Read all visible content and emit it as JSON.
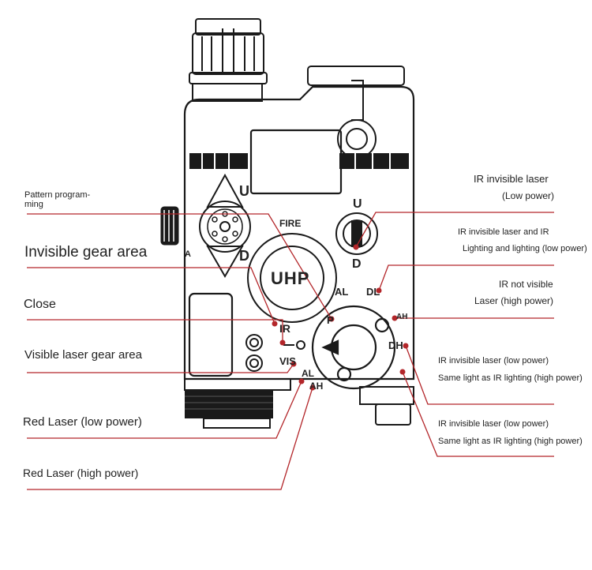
{
  "device": {
    "fire": "FIRE",
    "up_left": "U",
    "down_left": "D",
    "up_right": "U",
    "down_right": "D",
    "uhp": "UHP",
    "al_top": "AL",
    "dl": "DL",
    "ir": "IR",
    "vis": "VIS",
    "p": "P",
    "ah": "AH",
    "dh": "DH",
    "al_bottom": "AL",
    "ah_bottom": "AH",
    "side_a": "A"
  },
  "callouts_left": {
    "pattern_programming_1": "Pattern program-",
    "pattern_programming_2": "ming",
    "invisible_gear_area": "Invisible gear area",
    "close": "Close",
    "visible_laser_gear_area": "Visible laser gear area",
    "red_laser_low": "Red Laser (low power)",
    "red_laser_high": "Red Laser (high power)"
  },
  "callouts_right": {
    "ir_invisible_laser": "IR invisible laser",
    "low_power_1": "(Low power)",
    "ir_invisible_laser_and_ir": "IR invisible laser and IR",
    "lighting_low_power": "Lighting and lighting (low power)",
    "ir_not_visible": "IR not visible",
    "laser_high_power": "Laser (high power)",
    "ir_invisible_laser_low_1": "IR invisible laser (low power)",
    "same_light_high_1": "Same light as IR lighting (high power)",
    "ir_invisible_laser_low_2": "IR invisible laser (low power)",
    "same_light_high_2": "Same light as IR lighting (high power)"
  },
  "colors": {
    "leader": "#b3262a",
    "outline": "#1a1a1a",
    "dark_fill": "#222222"
  }
}
